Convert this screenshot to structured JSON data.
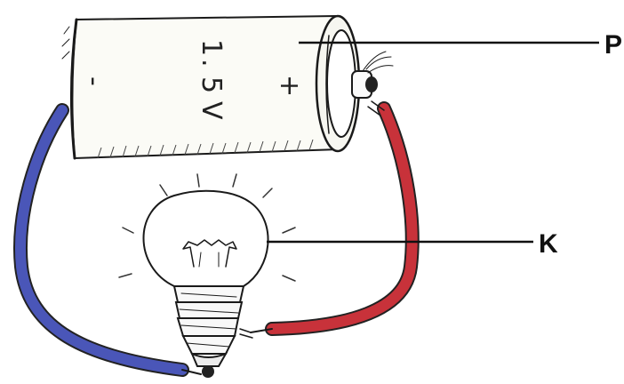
{
  "diagram": {
    "labels": {
      "p": "P",
      "k": "K"
    },
    "battery": {
      "voltage": "1.5V",
      "voltage_chars": [
        "1",
        ".",
        "5",
        "V"
      ],
      "plus": "+",
      "minus": "-"
    },
    "colors": {
      "wire_negative": "#4a56b8",
      "wire_positive": "#c8323a",
      "ink": "#1a1a1a",
      "battery_body": "#fbfbf6"
    }
  }
}
